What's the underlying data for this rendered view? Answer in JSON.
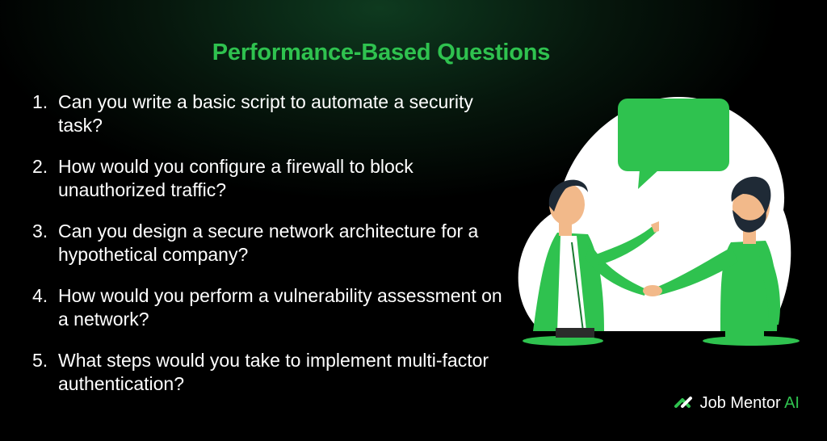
{
  "title": "Performance-Based Questions",
  "questions": [
    {
      "number": "1.",
      "text": "Can you write a basic script to automate a security task?"
    },
    {
      "number": "2.",
      "text": "How would you configure a firewall to block unauthorized traffic?"
    },
    {
      "number": "3.",
      "text": "Can you design a secure network architecture for a hypothetical company?"
    },
    {
      "number": "4.",
      "text": "How would you perform a vulnerability assessment on a network?"
    },
    {
      "number": "5.",
      "text": "What steps would you take to implement multi-factor authentication?"
    }
  ],
  "brand": {
    "name": "Job Mentor",
    "suffix": "AI",
    "logo_icon": "job-mentor-logo-icon"
  },
  "illustration": {
    "icon": "handshake-illustration",
    "bubble_icon": "speech-bubble-icon"
  },
  "colors": {
    "accent": "#2fc24f",
    "text": "#ffffff",
    "background": "#000000"
  }
}
